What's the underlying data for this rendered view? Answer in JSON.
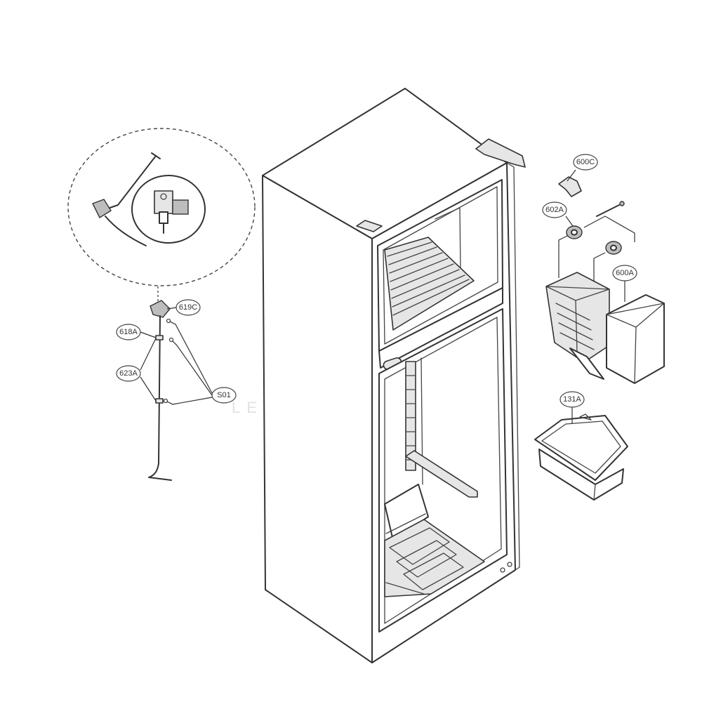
{
  "diagram": {
    "callouts": [
      {
        "id": "600C",
        "label": "600C"
      },
      {
        "id": "602A",
        "label": "602A"
      },
      {
        "id": "600A",
        "label": "600A"
      },
      {
        "id": "131A",
        "label": "131A"
      },
      {
        "id": "619C",
        "label": "619C"
      },
      {
        "id": "618A",
        "label": "618A"
      },
      {
        "id": "623A",
        "label": "623A"
      },
      {
        "id": "S01",
        "label": "S01"
      }
    ],
    "watermark": {
      "text": "LEADVENTURES"
    },
    "colors": {
      "line": "#333333",
      "shade": "#e6e6e6",
      "dark_shade": "#bdbdbd",
      "watermark": "#e2e2e2"
    }
  }
}
